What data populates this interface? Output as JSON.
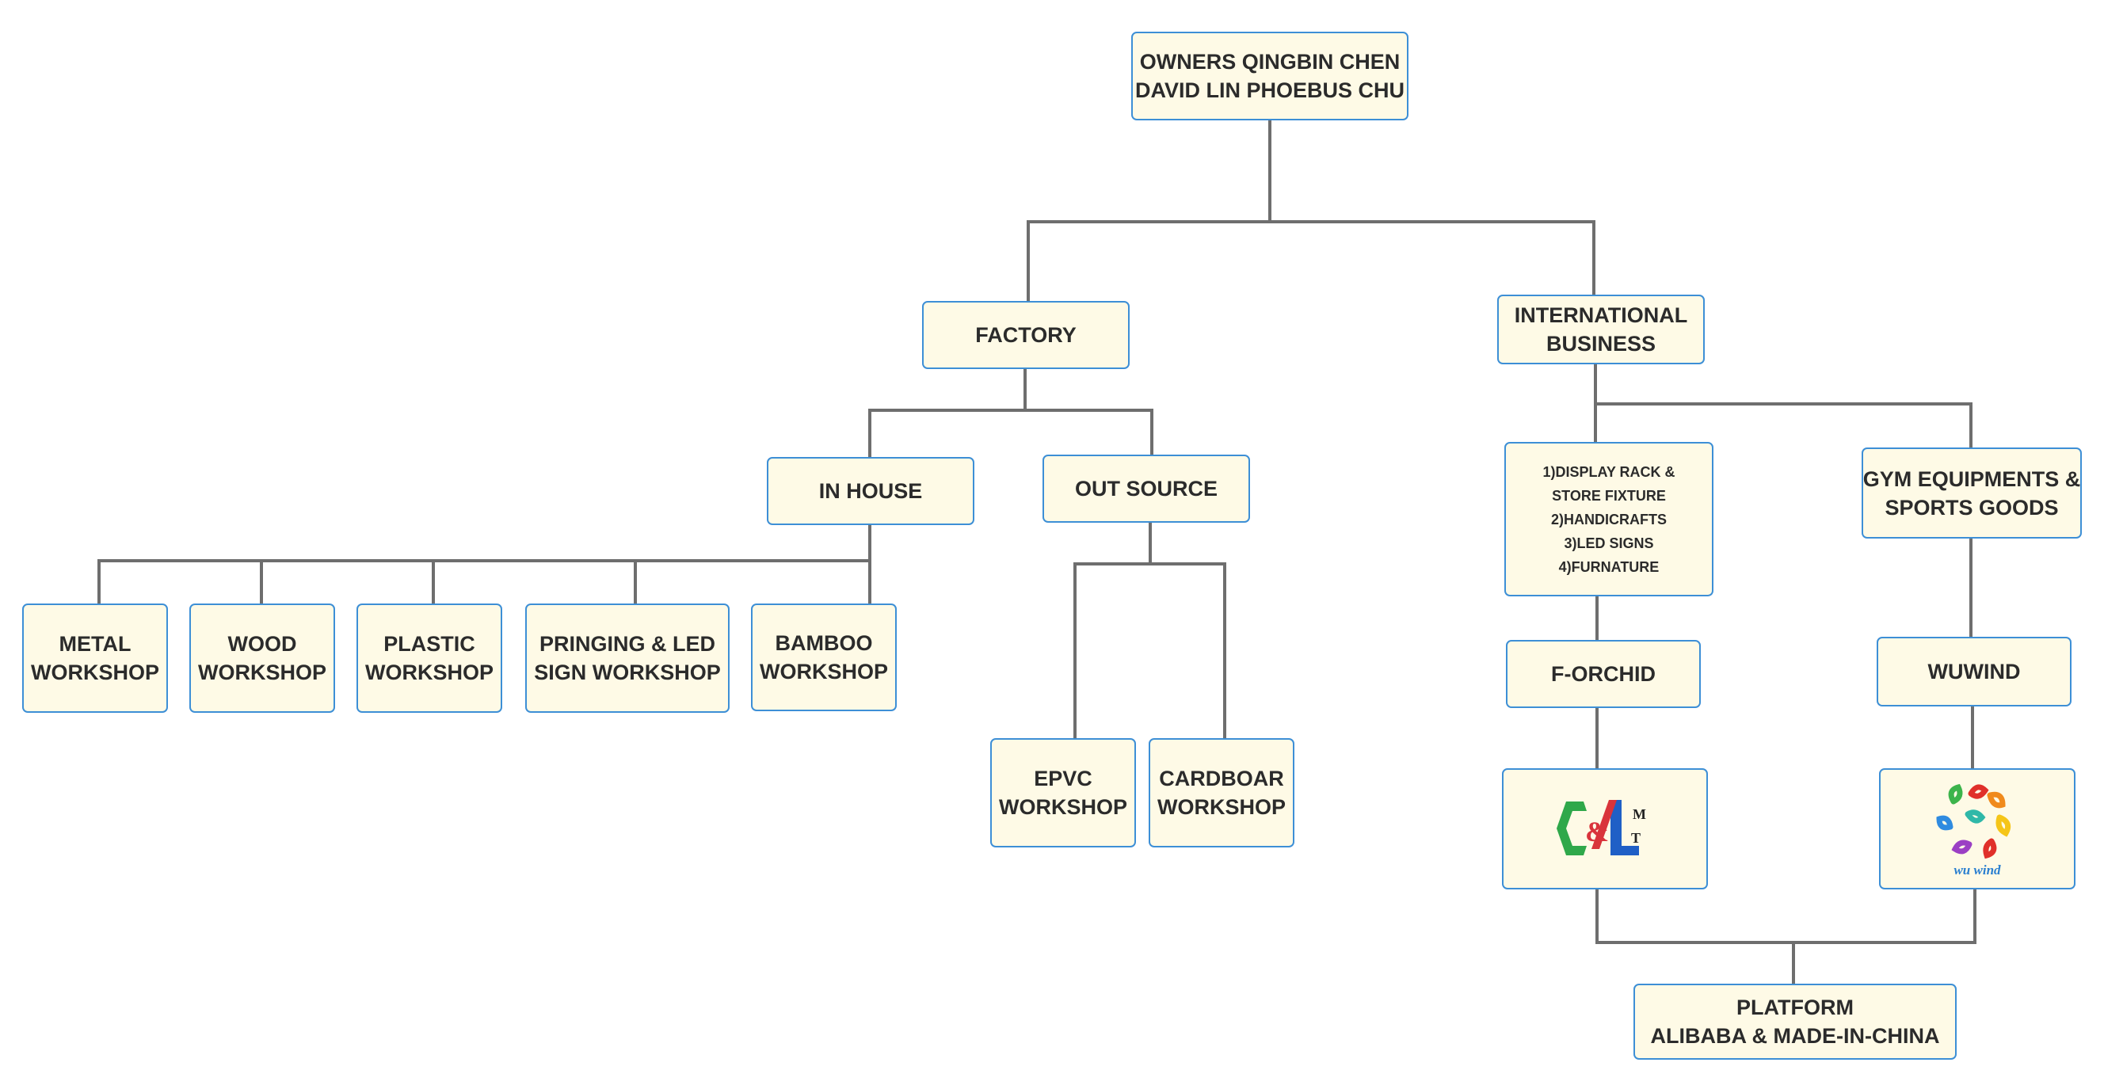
{
  "colors": {
    "box_fill": "#fefae6",
    "box_border": "#3d8fd6",
    "connector": "#6e6e6e",
    "text": "#2b2b2b"
  },
  "nodes": {
    "owners": {
      "line1": "OWNERS QINGBIN CHEN",
      "line2": "DAVID LIN PHOEBUS CHU"
    },
    "factory": {
      "line1": "FACTORY"
    },
    "international": {
      "line1": "INTERNATIONAL",
      "line2": "BUSINESS"
    },
    "in_house": {
      "line1": "IN HOUSE"
    },
    "out_source": {
      "line1": "OUT SOURCE"
    },
    "metal": {
      "line1": "METAL",
      "line2": "WORKSHOP"
    },
    "wood": {
      "line1": "WOOD",
      "line2": "WORKSHOP"
    },
    "plastic": {
      "line1": "PLASTIC",
      "line2": "WORKSHOP"
    },
    "printing": {
      "line1": "PRINGING & LED",
      "line2": "SIGN WORKSHOP"
    },
    "bamboo": {
      "line1": "BAMBOO",
      "line2": "WORKSHOP"
    },
    "epvc": {
      "line1": "EPVC",
      "line2": "WORKSHOP"
    },
    "cardboard": {
      "line1": "CARDBOAR",
      "line2": "WORKSHOP"
    },
    "products": {
      "items": [
        "1)DISPLAY RACK &",
        "STORE FIXTURE",
        "2)HANDICRAFTS",
        "3)LED SIGNS",
        "4)FURNATURE"
      ]
    },
    "gym": {
      "line1": "GYM EQUIPMENTS &",
      "line2": "SPORTS GOODS"
    },
    "forchid": {
      "line1": "F-ORCHID"
    },
    "wuwind": {
      "line1": "WUWIND"
    },
    "logo_cl": {
      "icon": "cl-mt-logo",
      "text": "&",
      "m": "M",
      "t": "T"
    },
    "logo_wuwind": {
      "icon": "wuwind-logo",
      "caption": "wu wind"
    },
    "platform": {
      "line1": "PLATFORM",
      "line2": "ALIBABA & MADE-IN-CHINA"
    }
  }
}
